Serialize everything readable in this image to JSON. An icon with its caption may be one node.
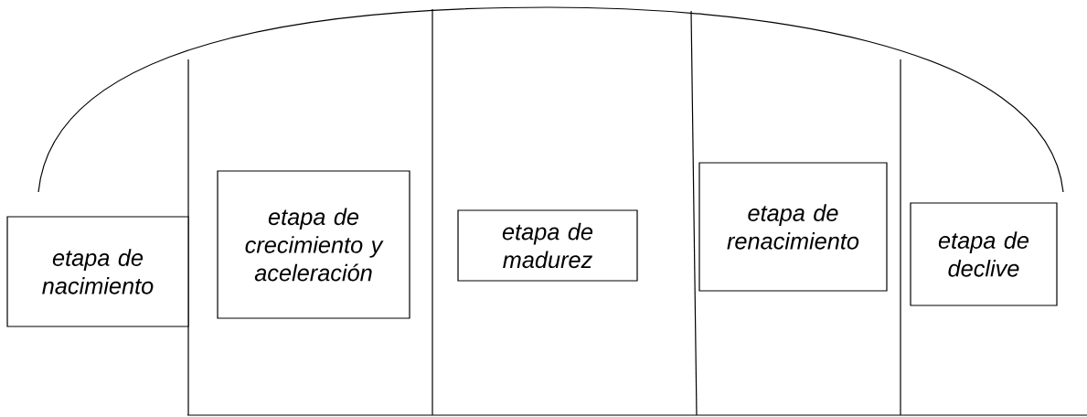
{
  "diagram": {
    "nodes": [
      {
        "text": [
          "etapa de nacimiento"
        ]
      },
      {
        "text": [
          "etapa de crecimiento y aceleración"
        ]
      },
      {
        "text": [
          "etapa de madurez"
        ]
      },
      {
        "text": [
          "etapa de renacimiento"
        ]
      },
      {
        "text": [
          "etapa de declive"
        ]
      }
    ]
  }
}
